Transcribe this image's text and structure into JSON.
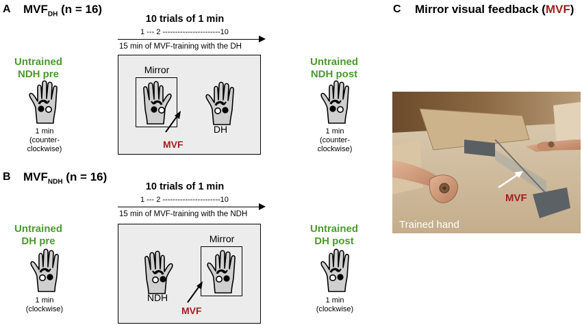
{
  "panelA": {
    "label": "A",
    "title_main": "MVF",
    "title_sub": "DH",
    "title_rest": " (n = 16)",
    "trials": "10 trials of 1 min",
    "ticks": "1 --- 2 -----------------------10",
    "training": "15 min of  MVF-training with the DH",
    "pre_line1": "Untrained",
    "pre_line2": "NDH pre",
    "pre_caption1": "1 min",
    "pre_caption2": "(counter-",
    "pre_caption3": "clockwise)",
    "mirror": "Mirror",
    "hand": "DH",
    "mvf": "MVF",
    "post_line1": "Untrained",
    "post_line2": "NDH post",
    "post_caption1": "1 min",
    "post_caption2": "(counter-",
    "post_caption3": "clockwise)"
  },
  "panelB": {
    "label": "B",
    "title_main": "MVF",
    "title_sub": "NDH",
    "title_rest": " (n = 16)",
    "trials": "10 trials of 1 min",
    "ticks": "1 --- 2 -----------------------10",
    "training": "15 min of  MVF-training with the NDH",
    "pre_line1": "Untrained",
    "pre_line2": "DH pre",
    "pre_caption1": "1 min",
    "pre_caption2": "(clockwise)",
    "mirror": "Mirror",
    "hand": "NDH",
    "mvf": "MVF",
    "post_line1": "Untrained",
    "post_line2": "DH post",
    "post_caption1": "1 min",
    "post_caption2": "(clockwise)"
  },
  "panelC": {
    "label": "C",
    "title_main": "Mirror visual feedback (",
    "title_mvf": "MVF",
    "title_end": ")",
    "photo_mvf": "MVF",
    "photo_caption": "Trained hand"
  },
  "colors": {
    "green": "#4a9a2e",
    "red": "#a31e22",
    "box_fill": "#ececec"
  }
}
